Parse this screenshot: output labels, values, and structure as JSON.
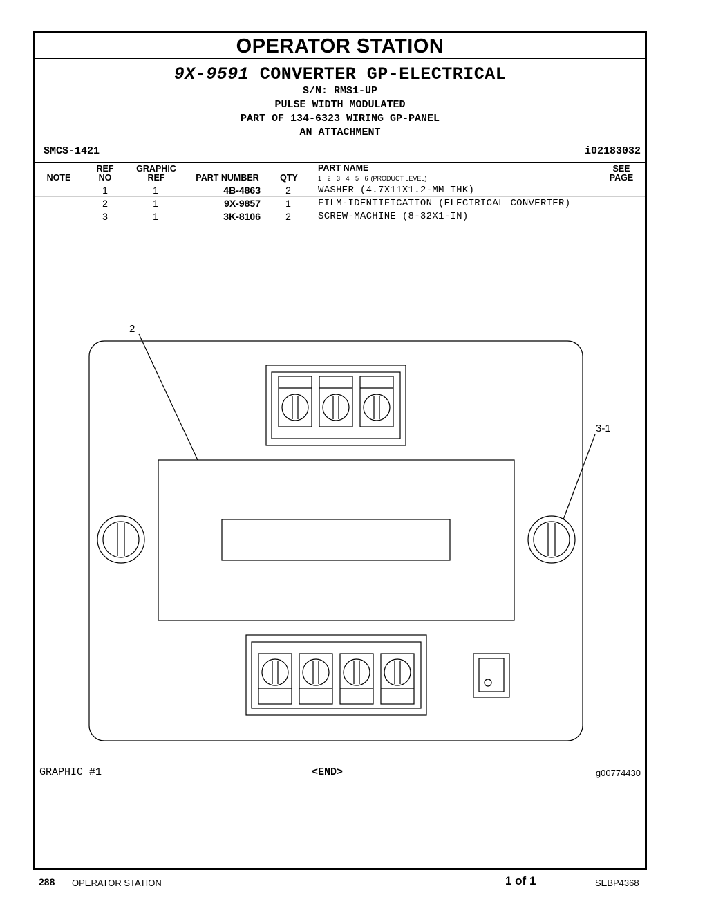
{
  "section_title": "OPERATOR STATION",
  "group": {
    "part_number": "9X-9591",
    "name": "CONVERTER GP-ELECTRICAL",
    "serial": "S/N: RMS1-UP",
    "line1": "PULSE WIDTH MODULATED",
    "line2": "PART OF 134-6323 WIRING GP-PANEL",
    "line3": "AN ATTACHMENT"
  },
  "smcs": "SMCS-1421",
  "illustration_id": "i02183032",
  "table": {
    "headers": {
      "note": "NOTE",
      "ref_top": "REF",
      "ref_bottom": "NO",
      "graphic_top": "GRAPHIC",
      "graphic_bottom": "REF",
      "part_number": "PART NUMBER",
      "qty": "QTY",
      "part_name": "PART NAME",
      "levels": "1 2 3 4 5 6",
      "product_level": "(PRODUCT LEVEL)",
      "see_top": "SEE",
      "see_bottom": "PAGE"
    },
    "rows": [
      {
        "ref": "1",
        "graphic_ref": "1",
        "part_number": "4B-4863",
        "qty": "2",
        "name": "WASHER (4.7X11X1.2-MM THK)"
      },
      {
        "ref": "2",
        "graphic_ref": "1",
        "part_number": "9X-9857",
        "qty": "1",
        "name": "FILM-IDENTIFICATION (ELECTRICAL CONVERTER)"
      },
      {
        "ref": "3",
        "graphic_ref": "1",
        "part_number": "3K-8106",
        "qty": "2",
        "name": "SCREW-MACHINE (8-32X1-IN)"
      }
    ]
  },
  "callouts": {
    "film": "2",
    "screw": "3-1"
  },
  "graphic_label": "GRAPHIC #1",
  "end_label": "<END>",
  "graphic_id": "g00774430",
  "footer": {
    "page_number": "288",
    "section": "OPERATOR STATION",
    "page_of": "1 of 1",
    "document": "SEBP4368"
  }
}
